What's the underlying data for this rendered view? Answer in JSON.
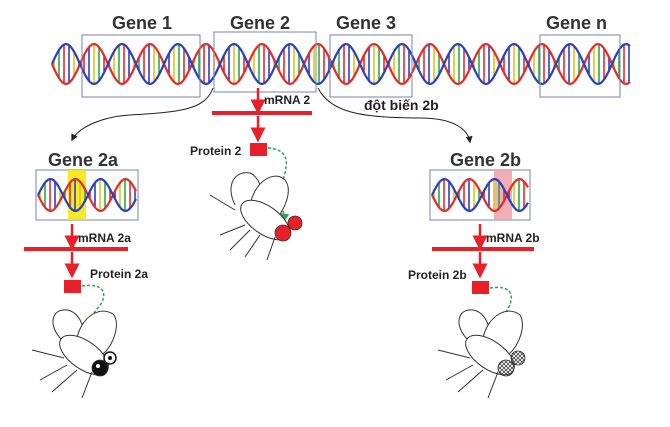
{
  "top_genes": {
    "gene1": "Gene 1",
    "gene2": "Gene 2",
    "gene3": "Gene 3",
    "genen": "Gene n"
  },
  "center": {
    "mrna": "mRNA 2",
    "protein": "Protein 2",
    "mutation_label": "đột biến 2b"
  },
  "left_branch": {
    "gene": "Gene 2a",
    "mrna": "mRNA 2a",
    "protein": "Protein 2a"
  },
  "right_branch": {
    "gene": "Gene 2b",
    "mrna": "mRNA 2b",
    "protein": "Protein 2b"
  },
  "colors": {
    "strand_red": "#e52a2a",
    "strand_blue": "#2b3fbf",
    "bar_red": "#e8202a",
    "arrow_green": "#2aa84a",
    "highlight_yellow": "#f5e600",
    "highlight_pink": "#f0a0a8"
  }
}
